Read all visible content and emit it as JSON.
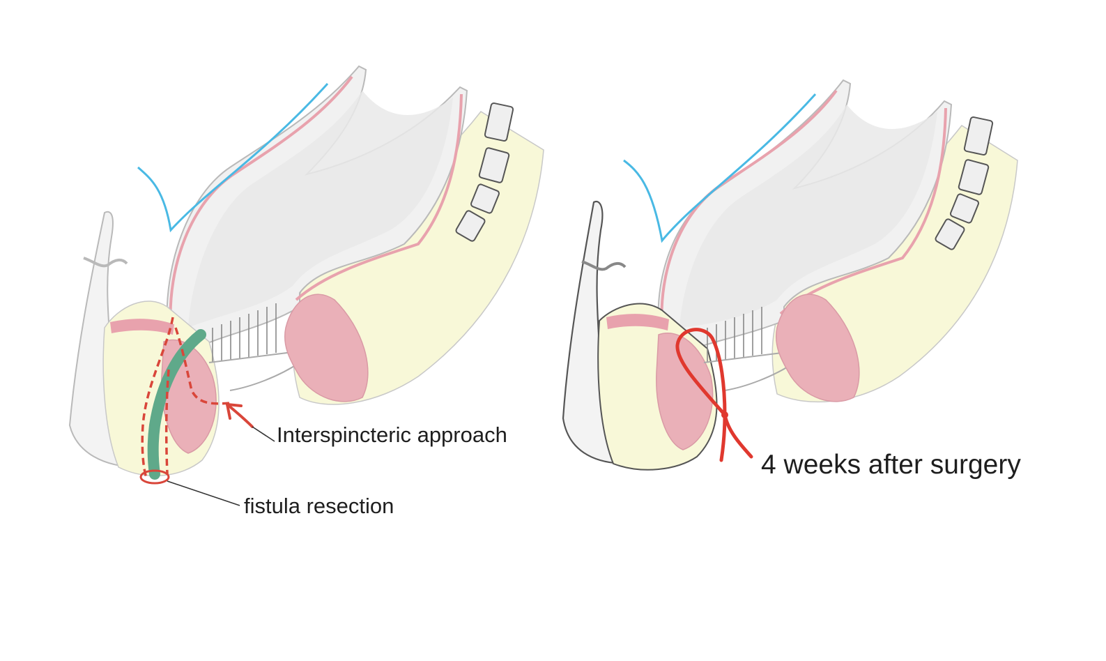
{
  "figure": {
    "left_panel": {
      "annotations": {
        "approach": "Interspincteric approach",
        "resection": "fistula resection"
      }
    },
    "right_panel": {
      "annotations": {
        "timeline": "4 weeks after surgery"
      }
    }
  },
  "colors": {
    "outline": "#b9b9b9",
    "muscle": "#e8a2ad",
    "fat": "#f8f8d8",
    "peritoneum": "#49b9e4",
    "fistula": "#5fa98a",
    "seton": "#e0382e",
    "marker_dashed": "#d9463a"
  }
}
